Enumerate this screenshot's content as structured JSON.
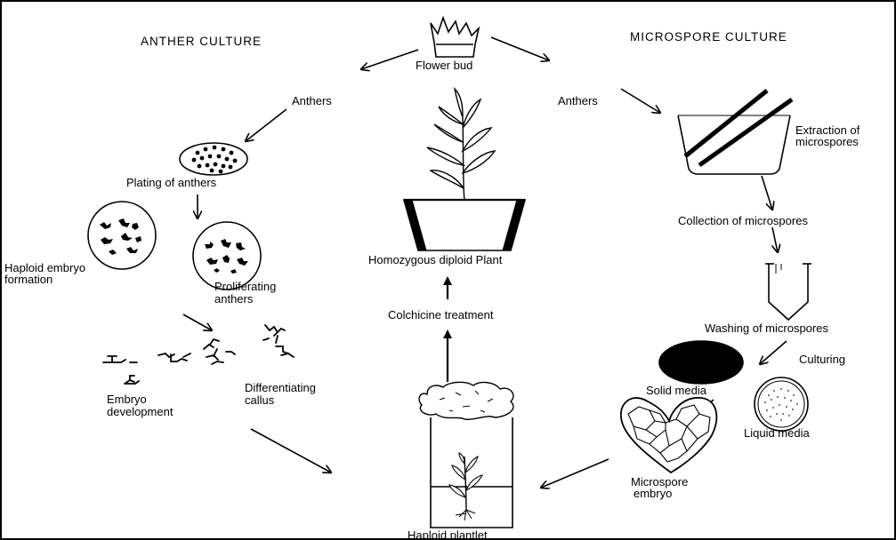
{
  "headers": {
    "anther_culture": "ANTHER CULTURE",
    "microspore_culture": "MICROSPORE CULTURE"
  },
  "labels": {
    "flower_bud": "Flower bud",
    "anthers_left": "Anthers",
    "anthers_right": "Anthers",
    "plating_of_anthers": "Plating of anthers",
    "haploid_embryo_formation_1": "Haploid embryo",
    "haploid_embryo_formation_2": "formation",
    "proliferating_anthers_1": "Proliferating",
    "proliferating_anthers_2": "anthers",
    "embryo_development_1": "Embryo",
    "embryo_development_2": "development",
    "differentiating_callus_1": "Differentiating",
    "differentiating_callus_2": "callus",
    "homozygous_diploid_plant": "Homozygous diploid Plant",
    "colchicine_treatment": "Colchicine treatment",
    "haploid_plantlet": "Haploid plantlet",
    "extraction_of_microspores_1": "Extraction of",
    "extraction_of_microspores_2": "microspores",
    "collection_of_microspores": "Collection of microspores",
    "washing_of_microspores": "Washing of microspores",
    "culturing": "Culturing",
    "solid_media": "Solid media",
    "liquid_media": "Liquid media",
    "microspore_embryo_1": "Microspore",
    "microspore_embryo_2": "embryo"
  },
  "colors": {
    "ink": "#000000",
    "background": "#ffffff"
  }
}
